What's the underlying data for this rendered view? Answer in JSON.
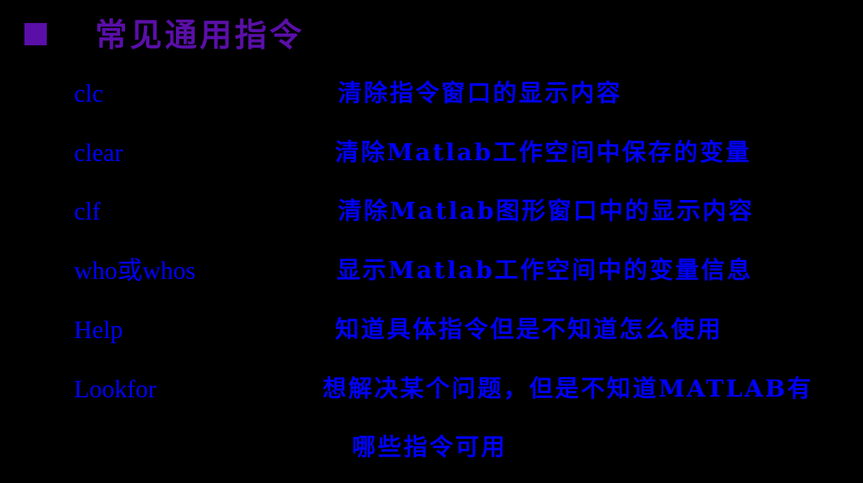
{
  "slide": {
    "title": "常见通用指令",
    "bullet_color": "#5a0fa8",
    "title_color": "#5a0fa8",
    "text_color": "#0000ff",
    "background": "#000000",
    "commands": [
      {
        "cmd": "clc",
        "desc": "清除指令窗口的显示内容"
      },
      {
        "cmd": "clear",
        "desc": "清除Matlab工作空间中保存的变量"
      },
      {
        "cmd": "clf",
        "desc": "清除Matlab图形窗口中的显示内容"
      },
      {
        "cmd": "who或whos",
        "desc": "显示Matlab工作空间中的变量信息"
      },
      {
        "cmd": "Help",
        "desc": "知道具体指令但是不知道怎么使用"
      },
      {
        "cmd": "Lookfor",
        "desc": "想解决某个问题，但是不知道MATLAB有",
        "desc_continued": "哪些指令可用"
      }
    ]
  }
}
